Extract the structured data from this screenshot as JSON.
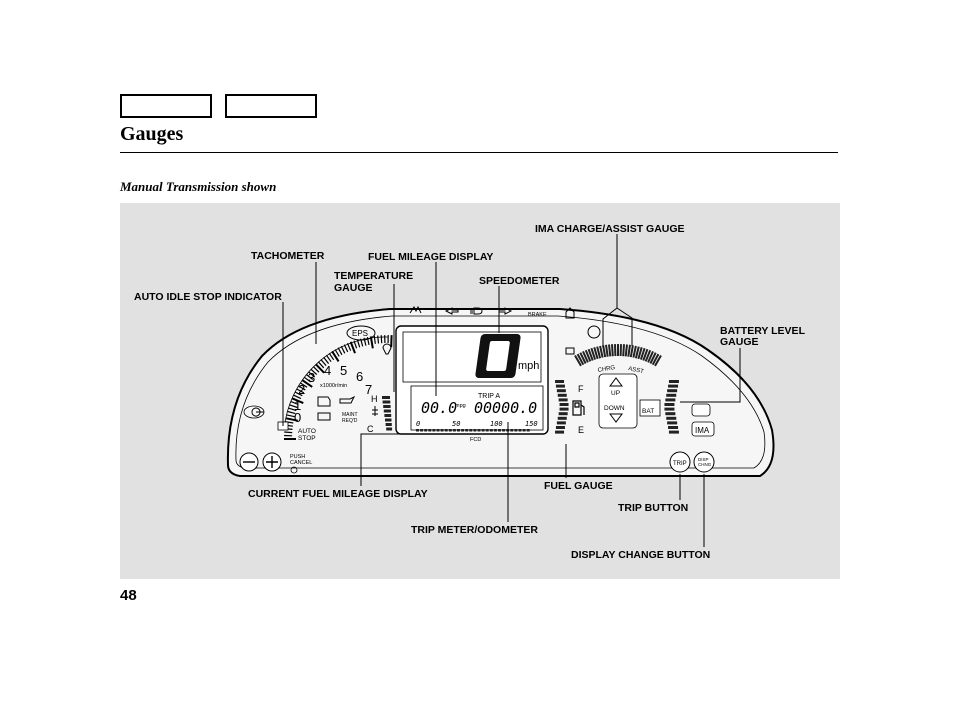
{
  "page": {
    "title": "Gauges",
    "subtitle": "Manual Transmission shown",
    "page_number": "48"
  },
  "callouts": {
    "tachometer": "TACHOMETER",
    "fuel_mileage_display": "FUEL MILEAGE DISPLAY",
    "ima_charge_assist_gauge": "IMA CHARGE/ASSIST GAUGE",
    "temperature_gauge_line1": "TEMPERATURE",
    "temperature_gauge_line2": "GAUGE",
    "speedometer": "SPEEDOMETER",
    "auto_idle_stop_indicator": "AUTO IDLE STOP INDICATOR",
    "battery_level_gauge_line1": "BATTERY LEVEL",
    "battery_level_gauge_line2": "GAUGE",
    "current_fuel_mileage_display": "CURRENT FUEL MILEAGE DISPLAY",
    "fuel_gauge": "FUEL GAUGE",
    "trip_button": "TRIP BUTTON",
    "trip_meter_odometer": "TRIP METER/ODOMETER",
    "display_change_button": "DISPLAY CHANGE BUTTON"
  },
  "cluster": {
    "eps": "EPS",
    "brake": "BRAKE",
    "speed_value": "0",
    "speed_unit": "mph",
    "trip_label": "TRIP A",
    "mileage_value": "00.0",
    "mileage_unit": "mpg",
    "odometer_value": "00000.0",
    "bar_scale": [
      "0",
      "50",
      "100",
      "150"
    ],
    "fcd": "FCD",
    "tach_numbers": [
      "0",
      "1",
      "2",
      "3",
      "4",
      "5",
      "6",
      "7"
    ],
    "rpm_unit": "x1000r/min",
    "temp_hot": "H",
    "temp_cold": "C",
    "maint_line1": "MAINT",
    "maint_line2": "REQ'D",
    "auto_stop_line1": "AUTO",
    "auto_stop_line2": "STOP",
    "push_cancel_line1": "PUSH",
    "push_cancel_line2": "CANCEL",
    "chrg": "CHRG",
    "asst": "ASST",
    "up": "UP",
    "down": "DOWN",
    "bat": "BAT",
    "fuel_full": "F",
    "fuel_empty": "E",
    "ima": "IMA",
    "trip_button": "TRIP",
    "display_button_line1": "DISP",
    "display_button_line2": "CHNG"
  }
}
